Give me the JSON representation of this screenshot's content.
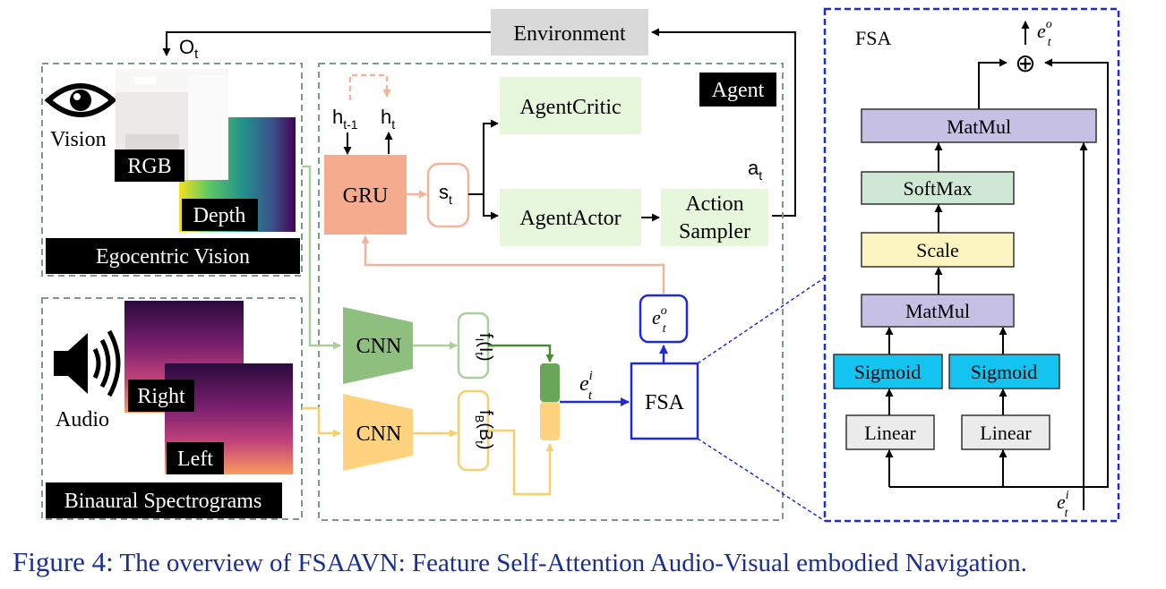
{
  "environment": "Environment",
  "obs_label": "O",
  "obs_sub": "t",
  "vision_panel": {
    "vision_label": "Vision",
    "rgb_label": "RGB",
    "depth_label": "Depth",
    "title": "Egocentric Vision"
  },
  "audio_panel": {
    "audio_label": "Audio",
    "right_label": "Right",
    "left_label": "Left",
    "title": "Binaural Spectrograms"
  },
  "agent": {
    "title": "Agent",
    "h_prev": "h",
    "h_prev_sub": "t-1",
    "h_cur": "h",
    "h_cur_sub": "t",
    "gru": "GRU",
    "state": "s",
    "state_sub": "t",
    "critic": "AgentCritic",
    "actor": "AgentActor",
    "sampler_line1": "Action",
    "sampler_line2": "Sampler",
    "action": "a",
    "action_sub": "t",
    "cnn_vision": "CNN",
    "cnn_audio": "CNN",
    "feat_vision": "f",
    "feat_vision_sub": "I",
    "feat_vision_arg": "(I",
    "feat_vision_arg_sub": "t",
    "feat_vision_close": ")",
    "feat_audio": "f",
    "feat_audio_sub": "B",
    "feat_audio_arg": "(B",
    "feat_audio_arg_sub": "t",
    "feat_audio_close": ")",
    "e_in": "e",
    "e_in_sup": "i",
    "e_in_sub": "t",
    "e_out": "e",
    "e_out_sup": "o",
    "e_out_sub": "t",
    "fsa": "FSA"
  },
  "fsa_detail": {
    "title": "FSA",
    "output": "e",
    "output_sup": "o",
    "output_sub": "t",
    "plus": "⊕",
    "matmul_top": "MatMul",
    "softmax": "SoftMax",
    "scale": "Scale",
    "matmul_bottom": "MatMul",
    "sigmoid_left": "Sigmoid",
    "sigmoid_right": "Sigmoid",
    "linear_left": "Linear",
    "linear_right": "Linear",
    "input": "e",
    "input_sup": "i",
    "input_sub": "t"
  },
  "caption": {
    "label": "Figure 4:",
    "text": " The overview of FSAAVN: Feature Self-Attention Audio-Visual embodied Navigation."
  },
  "colors": {
    "green_box": "#e6f7dc",
    "gru": "#f4ab8e",
    "cnn_vision": "#8fbf7f",
    "cnn_audio": "#ffd27f",
    "fsa_blue": "#1f2bd6",
    "lavender": "#c6c0e4",
    "softmax": "#cfe8d6",
    "scale": "#fdf5c1",
    "sigmoid": "#13c3f0",
    "linear": "#ececec"
  }
}
